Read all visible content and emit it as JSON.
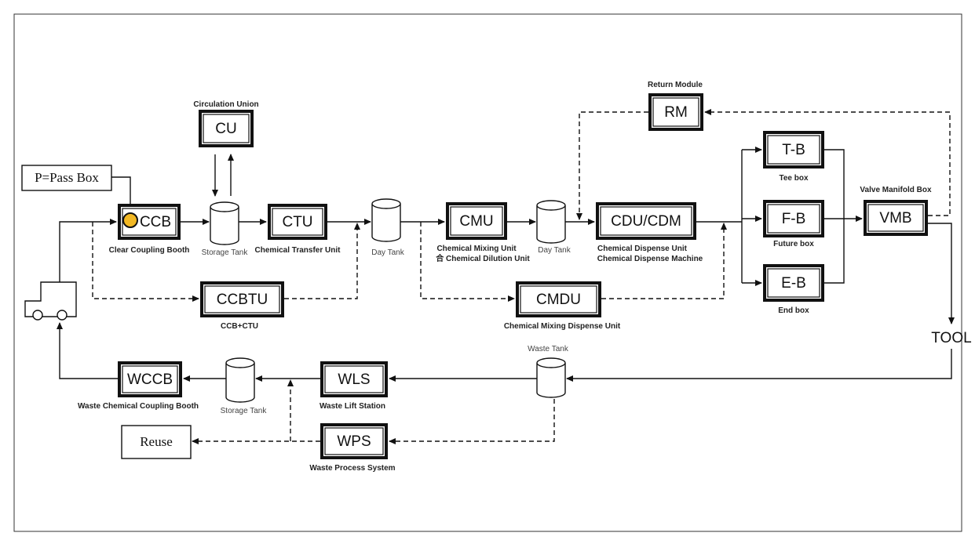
{
  "units": {
    "pass_box": "P=Pass Box",
    "ccb": {
      "code": "CCB",
      "name": "Clear Coupling Booth"
    },
    "cu": {
      "code": "CU",
      "name": "Circulation Union"
    },
    "storage_tank_1": "Storage Tank",
    "ctu": {
      "code": "CTU",
      "name": "Chemical Transfer Unit"
    },
    "day_tank_1": "Day Tank",
    "cmu": {
      "code": "CMU",
      "name": "Chemical Mixing Unit",
      "name2": "合 Chemical Dilution Unit"
    },
    "day_tank_2": "Day Tank",
    "cdu": {
      "code": "CDU/CDM",
      "name": "Chemical Dispense Unit",
      "name2": "Chemical Dispense Machine"
    },
    "rm": {
      "code": "RM",
      "name": "Return Module"
    },
    "tb": {
      "code": "T-B",
      "name": "Tee box"
    },
    "fb": {
      "code": "F-B",
      "name": "Future box"
    },
    "eb": {
      "code": "E-B",
      "name": "End box"
    },
    "vmb": {
      "code": "VMB",
      "name": "Valve Manifold Box"
    },
    "tool": "TOOL",
    "ccbtu": {
      "code": "CCBTU",
      "name": "CCB+CTU"
    },
    "cmdu": {
      "code": "CMDU",
      "name": "Chemical Mixing Dispense Unit"
    },
    "waste_tank": "Waste Tank",
    "wls": {
      "code": "WLS",
      "name": "Waste Lift Station"
    },
    "storage_tank_2": "Storage Tank",
    "wccb": {
      "code": "WCCB",
      "name": "Waste Chemical Coupling Booth"
    },
    "wps": {
      "code": "WPS",
      "name": "Waste Process System"
    },
    "reuse": "Reuse"
  },
  "colors": {
    "pass_box_marker": "#f2b824",
    "line": "#111111"
  }
}
